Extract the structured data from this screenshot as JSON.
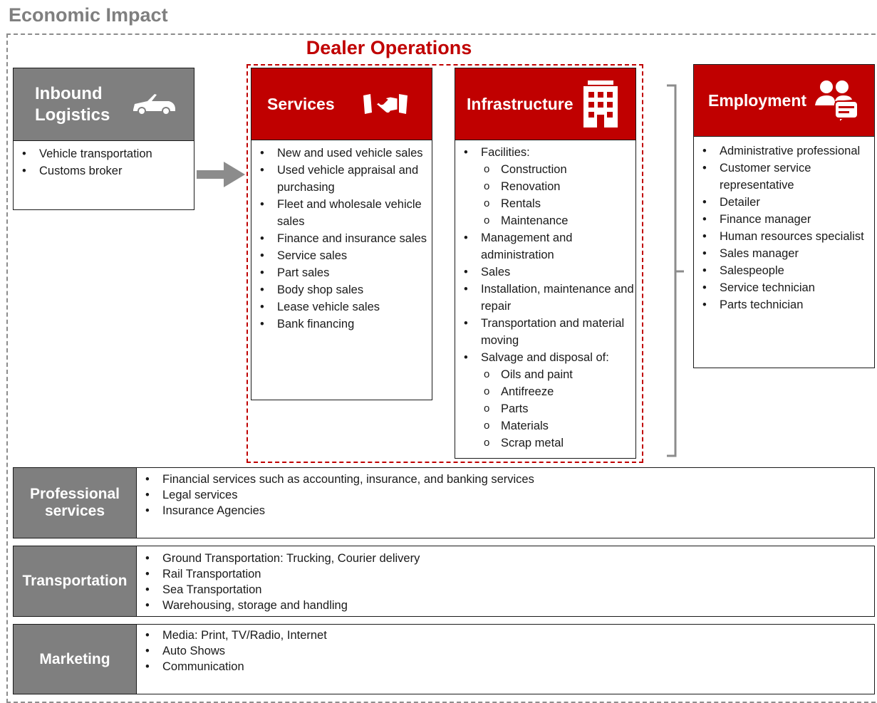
{
  "title": "Economic Impact",
  "dealer_operations": {
    "title": "Dealer Operations"
  },
  "inbound_logistics": {
    "header": "Inbound Logistics",
    "icon": "car-icon",
    "items": [
      "Vehicle transportation",
      "Customs broker"
    ]
  },
  "services": {
    "header": "Services",
    "icon": "handshake-icon",
    "items": [
      "New and used vehicle sales",
      "Used vehicle appraisal and purchasing",
      "Fleet and wholesale vehicle sales",
      "Finance and insurance sales",
      "Service sales",
      "Part sales",
      "Body shop sales",
      "Lease vehicle sales",
      "Bank financing"
    ]
  },
  "infrastructure": {
    "header": "Infrastructure",
    "icon": "building-icon",
    "items": [
      {
        "text": "Facilities:",
        "sub": false
      },
      {
        "text": "Construction",
        "sub": true
      },
      {
        "text": "Renovation",
        "sub": true
      },
      {
        "text": "Rentals",
        "sub": true
      },
      {
        "text": "Maintenance",
        "sub": true
      },
      {
        "text": "Management and administration",
        "sub": false
      },
      {
        "text": "Sales",
        "sub": false
      },
      {
        "text": "Installation, maintenance and repair",
        "sub": false
      },
      {
        "text": "Transportation and material moving",
        "sub": false
      },
      {
        "text": "Salvage and disposal of:",
        "sub": false
      },
      {
        "text": "Oils and paint",
        "sub": true
      },
      {
        "text": "Antifreeze",
        "sub": true
      },
      {
        "text": "Parts",
        "sub": true
      },
      {
        "text": "Materials",
        "sub": true
      },
      {
        "text": "Scrap metal",
        "sub": true
      }
    ]
  },
  "employment": {
    "header": "Employment",
    "icon": "people-chat-icon",
    "items": [
      "Administrative professional",
      "Customer service representative",
      "Detailer",
      "Finance manager",
      "Human resources specialist",
      "Sales manager",
      "Salespeople",
      "Service technician",
      "Parts technician"
    ]
  },
  "rows": [
    {
      "label": "Professional services",
      "items": [
        "Financial services such as accounting, insurance, and banking services",
        "Legal services",
        "Insurance Agencies"
      ]
    },
    {
      "label": "Transportation",
      "items": [
        "Ground Transportation: Trucking, Courier delivery",
        "Rail Transportation",
        "Sea Transportation",
        "Warehousing, storage and handling"
      ]
    },
    {
      "label": "Marketing",
      "items": [
        "Media: Print, TV/Radio, Internet",
        "Auto Shows",
        "Communication"
      ]
    }
  ],
  "colors": {
    "gray_header": "#7f7f7f",
    "red_accent": "#c00000"
  }
}
